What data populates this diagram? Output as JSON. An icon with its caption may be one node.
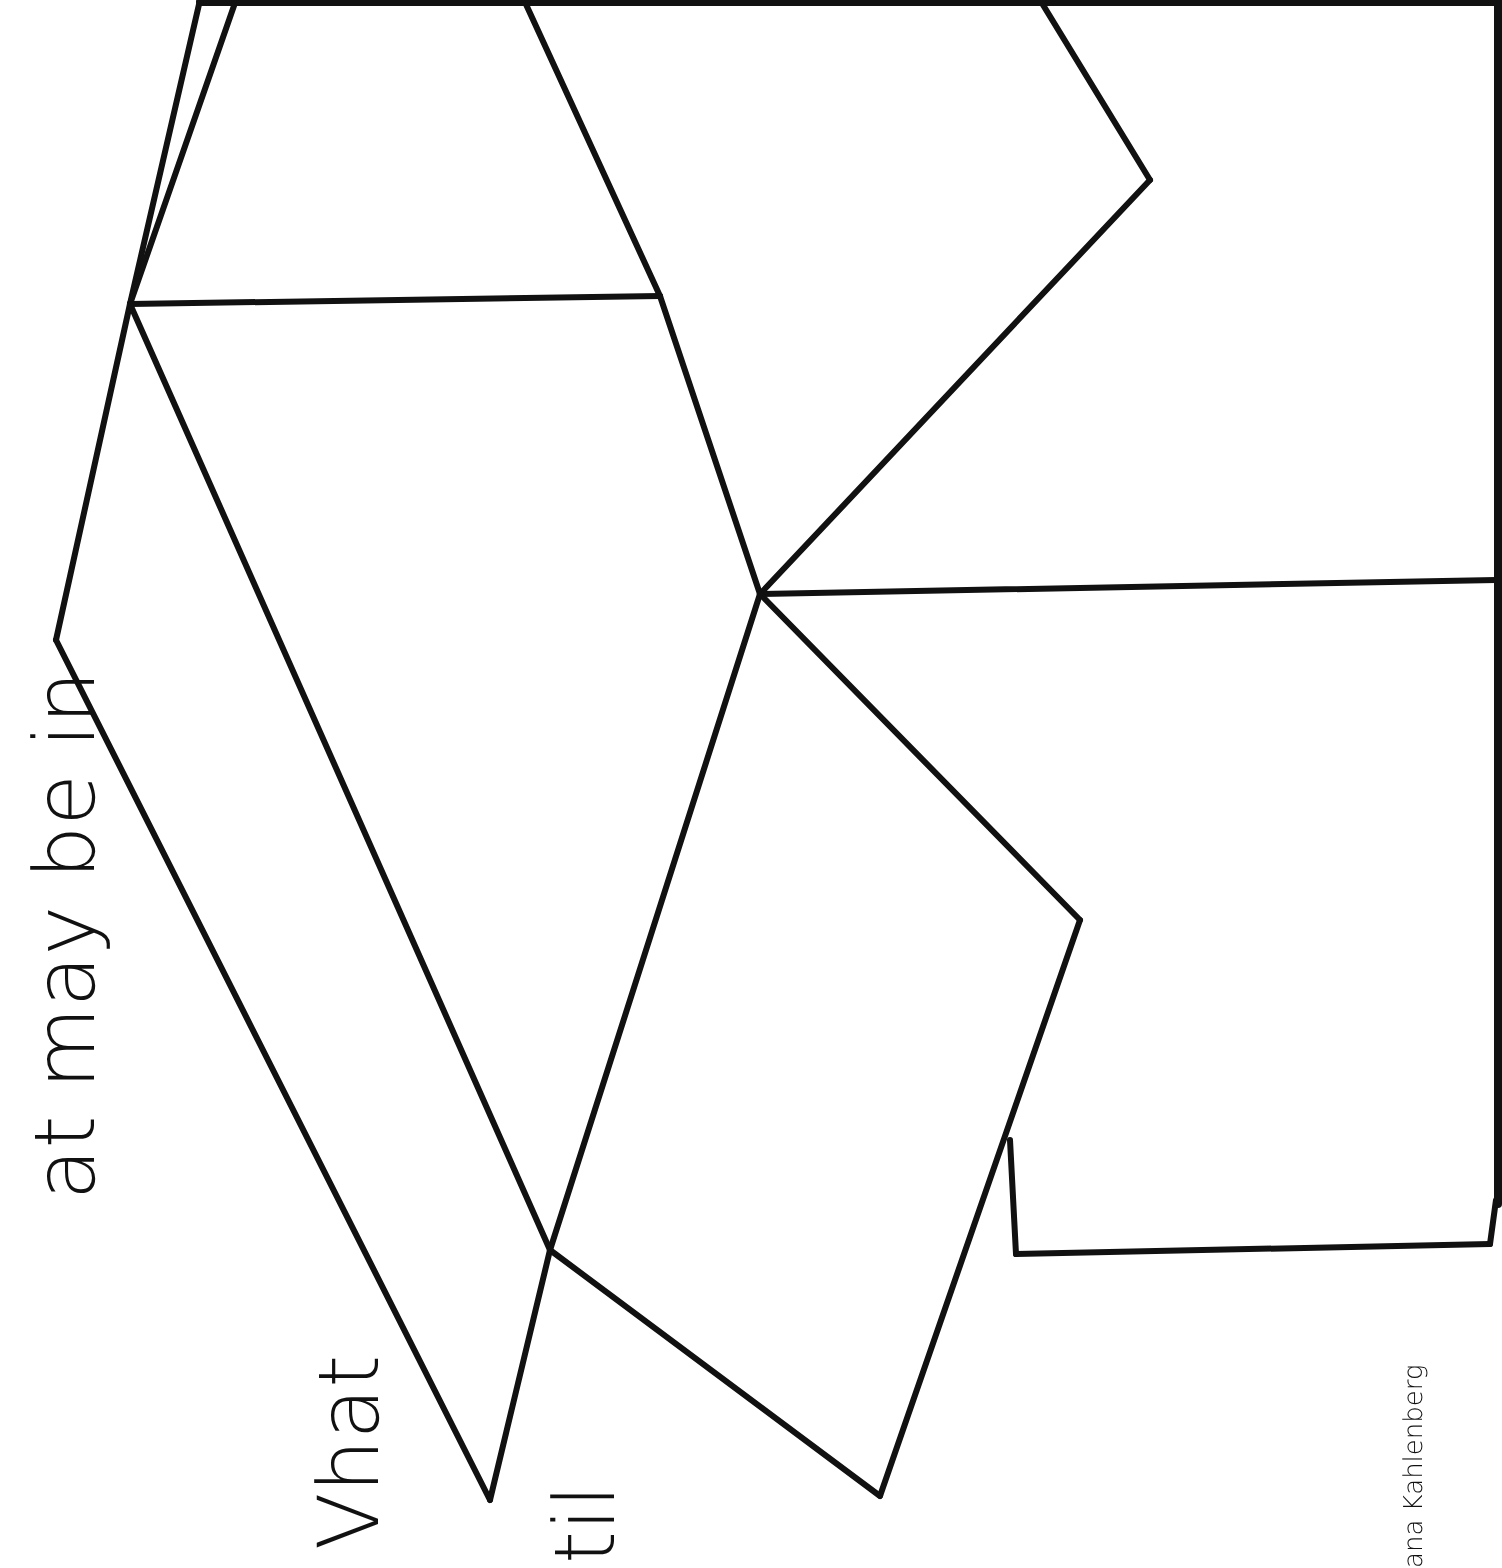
{
  "diagram": {
    "labels": [
      "at may be in",
      "Vhat",
      "til",
      "ana Kahlenberg"
    ]
  }
}
